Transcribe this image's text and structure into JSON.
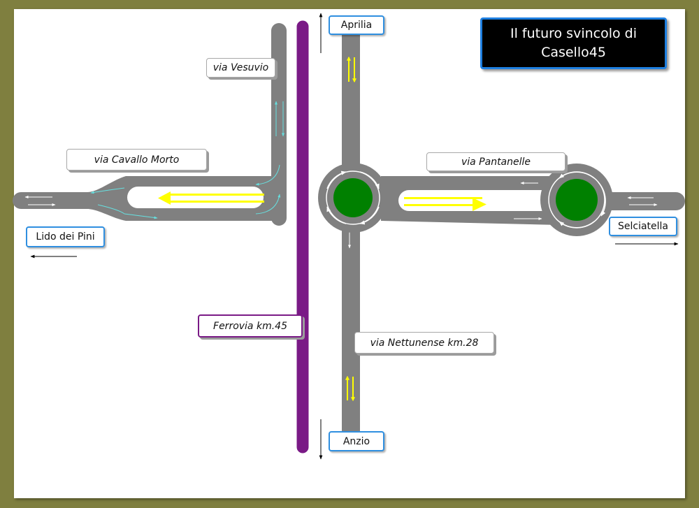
{
  "title": {
    "line1": "Il futuro svincolo di",
    "line2": "Casello45"
  },
  "streets": {
    "vesuvio": "via Vesuvio",
    "cavallo_morto": "via Cavallo Morto",
    "pantanelle": "via Pantanelle",
    "nettunense": "via Nettunense km.28"
  },
  "places": {
    "aprilia": "Aprilia",
    "anzio": "Anzio",
    "lido": "Lido dei Pini",
    "selciatella": "Selciatella"
  },
  "railway": {
    "label": "Ferrovia km.45"
  },
  "colors": {
    "background": "#7f7f3f",
    "road": "#808080",
    "railway": "#7a1a86",
    "roundabout_center": "#008000",
    "main_flow_arrow": "#ffff00",
    "local_flow_arrow": "#66e0e0",
    "place_border": "#2f8fe0"
  }
}
